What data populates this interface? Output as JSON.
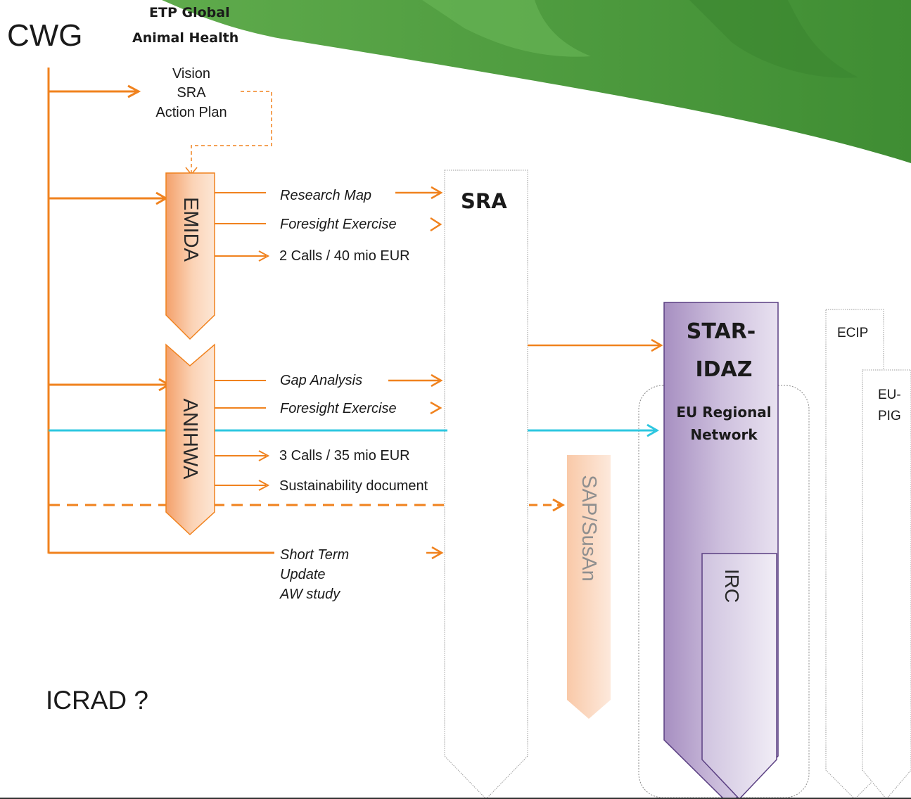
{
  "header": {
    "cwg": "CWG",
    "etp_line1": "ETP Global",
    "etp_line2": "Animal Health"
  },
  "vision_block": [
    "Vision",
    "SRA",
    "Action Plan"
  ],
  "emida": {
    "label": "EMIDA",
    "outputs": [
      "Research Map",
      "Foresight Exercise",
      "2 Calls / 40 mio EUR"
    ]
  },
  "anihwa": {
    "label": "ANIHWA",
    "outputs": [
      "Gap Analysis",
      "Foresight Exercise",
      "3 Calls / 35 mio EUR",
      "Sustainability document"
    ]
  },
  "short_term": [
    "Short Term",
    "Update",
    "AW study"
  ],
  "sra_label": "SRA",
  "sap_label": "SAP/SusAn",
  "star_idaz": {
    "line1": "STAR-",
    "line2": "IDAZ"
  },
  "eu_regional": {
    "line1": "EU Regional",
    "line2": "Network"
  },
  "irc_label": "IRC",
  "ecip_label": "ECIP",
  "eupig": {
    "line1": "EU-",
    "line2": "PIG"
  },
  "icrad_label": "ICRAD ?",
  "colors": {
    "orange": "#f0821e",
    "cyan": "#2ec7e0",
    "purple_stroke": "#5a3f82",
    "green": "#4a9a3a"
  }
}
